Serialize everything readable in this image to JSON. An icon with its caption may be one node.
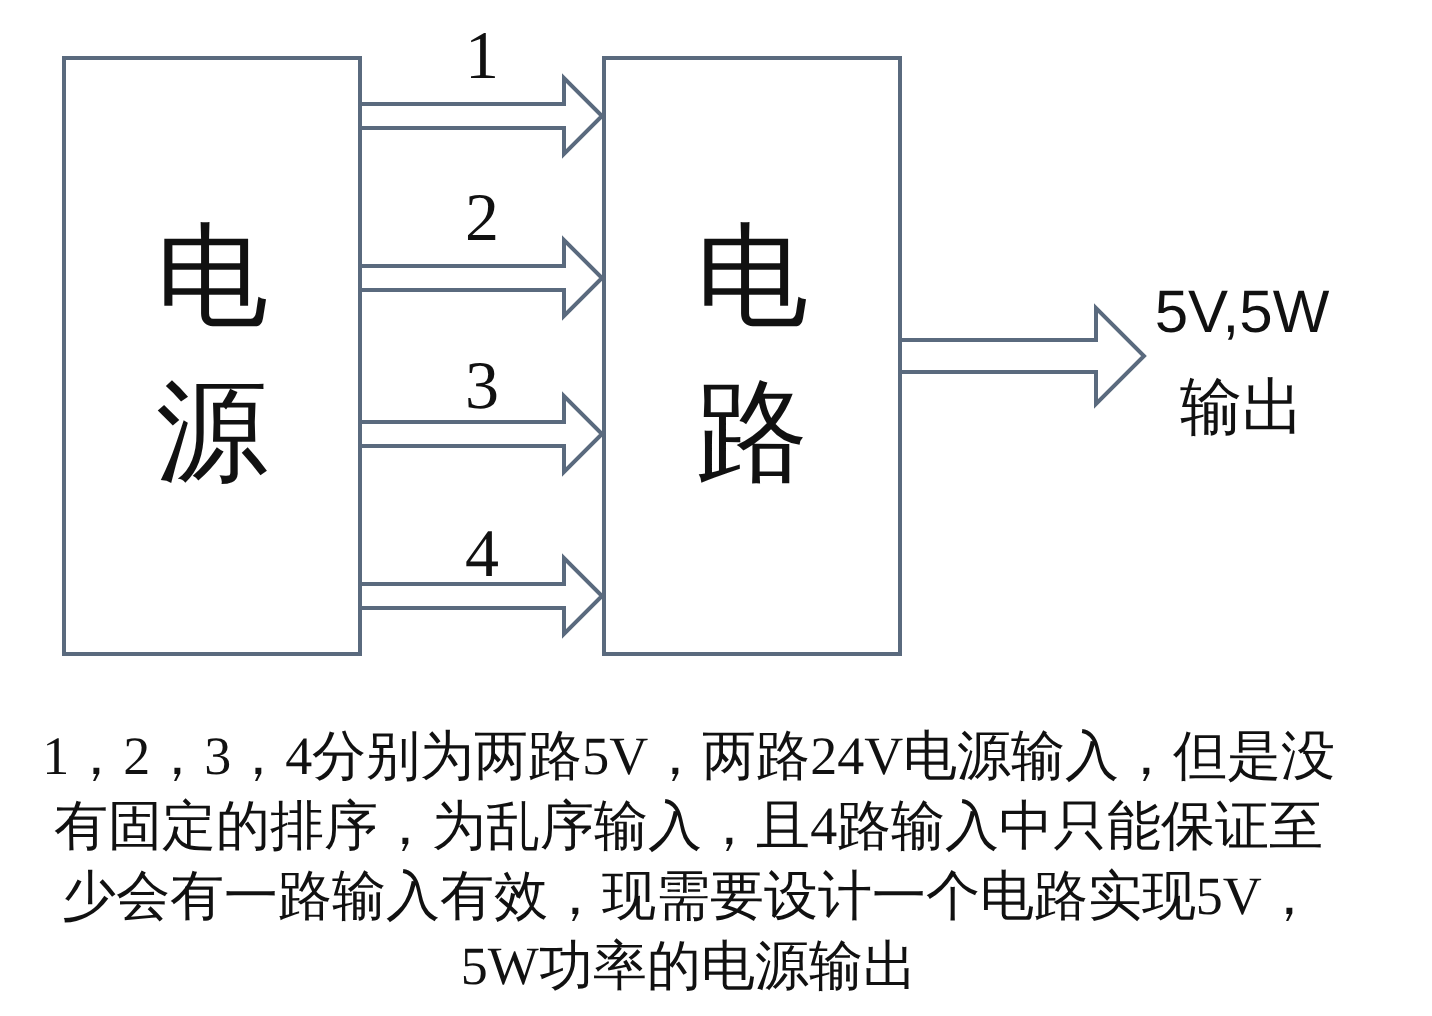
{
  "diagram": {
    "caption": "1，2，3，4分别为两路5V，两路24V电源输入，但是没有固定的排序，为乱序输入，且4路输入中只能保证至少会有一路输入有效，现需要设计一个电路实现5V，5W功率的电源输出",
    "nodes": [
      {
        "text": [
          "电源"
        ]
      },
      {
        "text": [
          "电路"
        ]
      },
      {
        "text": [
          "5V,5W",
          "输出"
        ]
      }
    ],
    "edges": [
      {
        "from": 0,
        "to": 1,
        "arrow": "to",
        "label": "1"
      },
      {
        "from": 0,
        "to": 1,
        "arrow": "to",
        "label": "2"
      },
      {
        "from": 0,
        "to": 1,
        "arrow": "to",
        "label": "3"
      },
      {
        "from": 0,
        "to": 1,
        "arrow": "to",
        "label": "4"
      },
      {
        "from": 1,
        "to": 2,
        "arrow": "to"
      }
    ]
  }
}
